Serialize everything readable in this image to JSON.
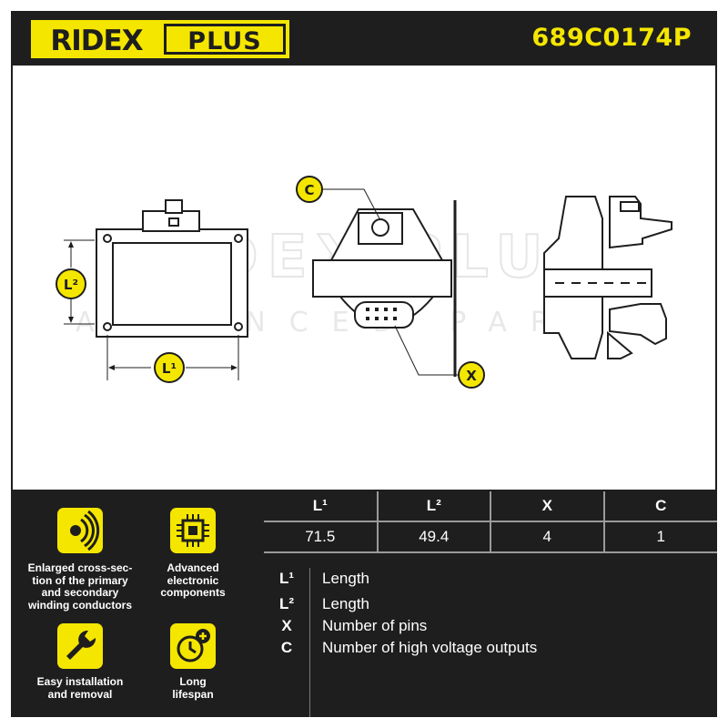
{
  "header": {
    "brand": "RIDEX PLUS",
    "part_number": "689C0174P"
  },
  "drawing": {
    "watermark_top": "RIDEX PLUS",
    "watermark_bottom": "ADVANCED PARTS",
    "labels": {
      "l1": "L¹",
      "l2": "L²",
      "x": "X",
      "c": "C"
    }
  },
  "features": [
    {
      "icon": "cross-section-icon",
      "lines": [
        "Enlarged cross-sec-",
        "tion of the primary",
        "and secondary",
        "winding conductors"
      ]
    },
    {
      "icon": "chip-icon",
      "lines": [
        "Advanced",
        "electronic",
        "components"
      ]
    },
    {
      "icon": "wrench-icon",
      "lines": [
        "Easy installation",
        "and removal"
      ]
    },
    {
      "icon": "clock-plus-icon",
      "lines": [
        "Long",
        "lifespan"
      ]
    }
  ],
  "specs": {
    "headers": [
      "L¹",
      "L²",
      "X",
      "C"
    ],
    "values": [
      "71.5",
      "49.4",
      "4",
      "1"
    ]
  },
  "legend": [
    {
      "symbol": "L¹",
      "text": "Length"
    },
    {
      "symbol": "L²",
      "text": "Length"
    },
    {
      "symbol": "X",
      "text": "Number of pins"
    },
    {
      "symbol": "C",
      "text": "Number of high voltage outputs"
    }
  ],
  "colors": {
    "accent": "#f5e600",
    "dark": "#1e1e1e"
  }
}
